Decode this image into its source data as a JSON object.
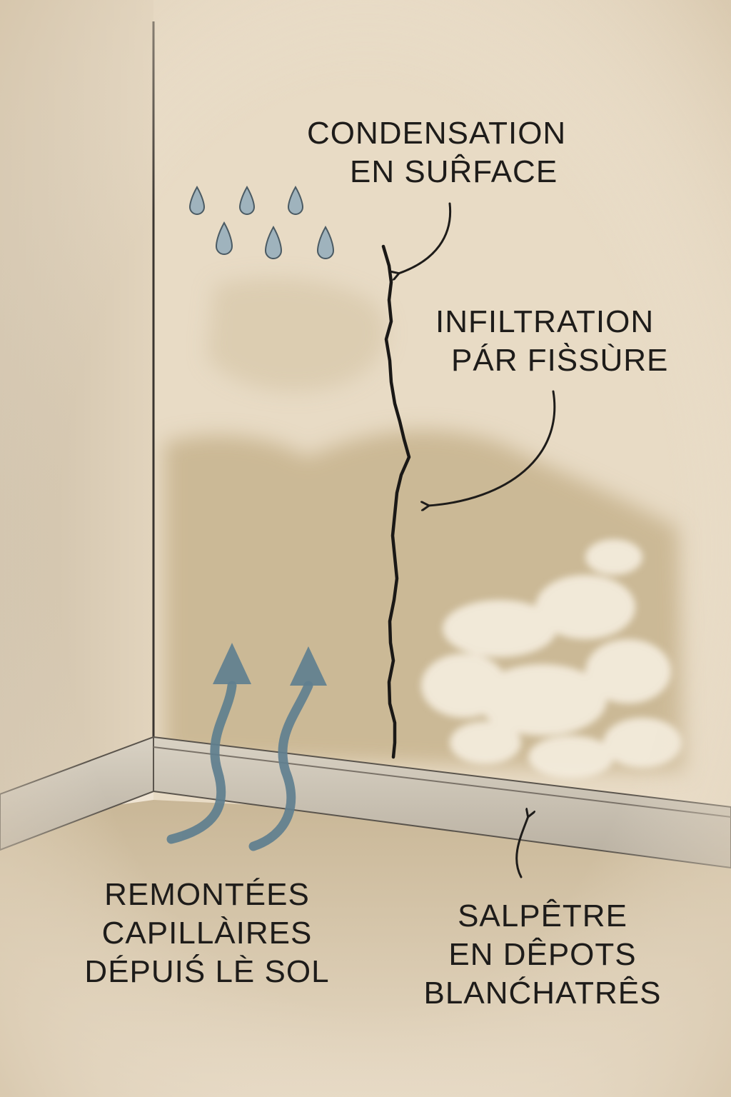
{
  "labels": {
    "condensation": {
      "line1": "CONDENSATION",
      "line2": "EN SUR̂FACE"
    },
    "infiltration": {
      "line1": "INFILTRATION",
      "line2": "PÁR FIS̀SÙRE"
    },
    "capillary": {
      "line1": "REMONTÉES",
      "line2": "CAPILLÀIRES",
      "line3": "DÉPUIŚ LÈ SOL"
    },
    "salpetre": {
      "line1": "SALPÊTRE",
      "line2": "EN DÊPOTS",
      "line3": "BLANĆHATRÊS"
    }
  },
  "colors": {
    "background": "#efe4d3",
    "wall": "#e6d7c0",
    "damp_stain": "#c2ad86",
    "salt_deposit": "#f3ebdc",
    "crack": "#1a1816",
    "moisture_arrow": "#5f7f8f",
    "water_drop": "#9fb3bd",
    "ink": "#1e1c1a"
  }
}
